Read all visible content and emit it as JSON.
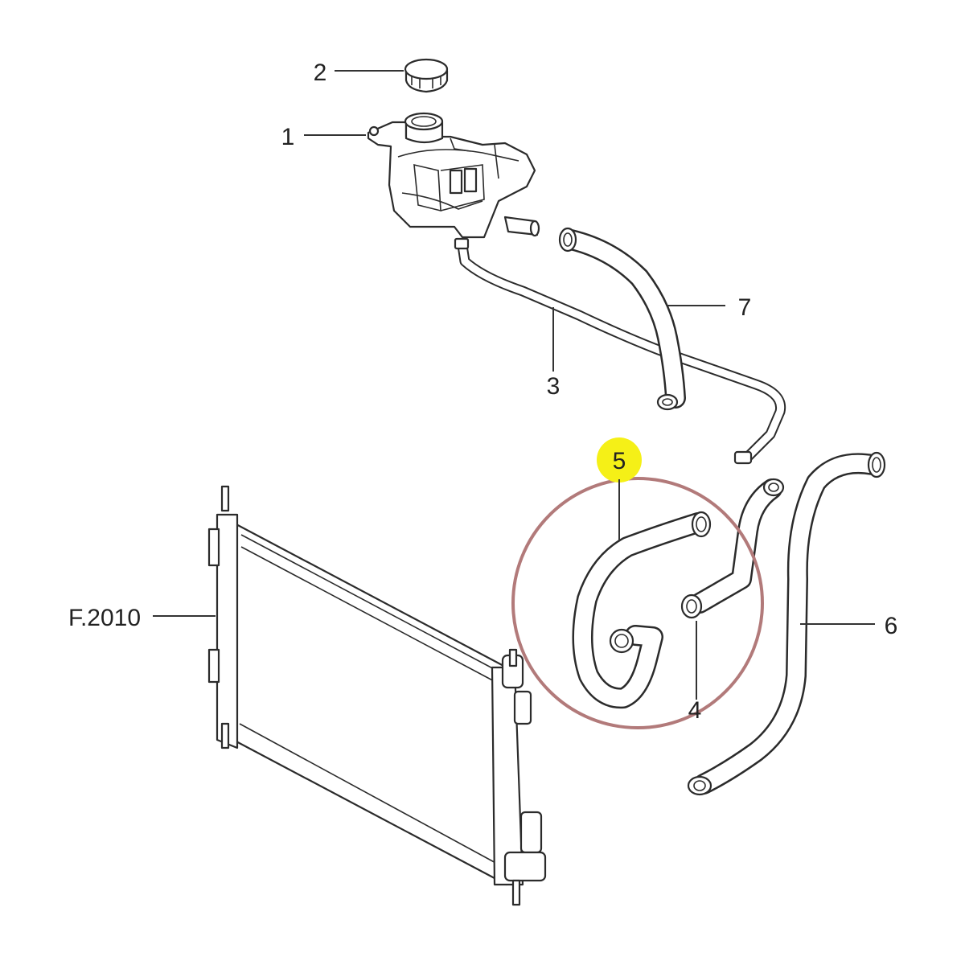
{
  "callouts": {
    "part_1": "1",
    "part_2": "2",
    "part_3": "3",
    "part_4": "4",
    "part_5": "5",
    "part_6": "6",
    "part_7": "7",
    "radiator_ref": "F.2010"
  },
  "colors": {
    "highlight_circle": "#b27a7a",
    "highlight_marker": "#f5f017",
    "line_art": "#2b2b2b"
  }
}
